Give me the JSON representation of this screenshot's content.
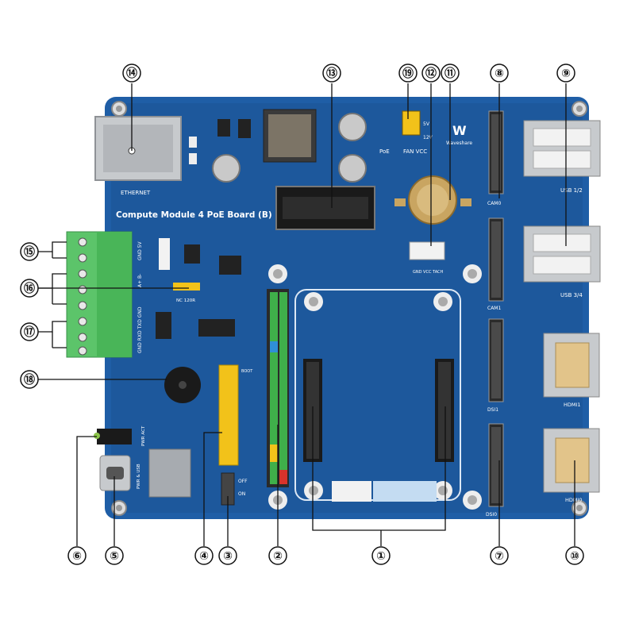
{
  "board": {
    "title": "Compute Module 4 PoE Board (B)",
    "brand": "Waveshare",
    "colors": {
      "pcb": "#1f5ea6",
      "pcb_dark": "#174c8c",
      "metal": "#c9ccd0",
      "terminal_green": "#5cc46a",
      "header_yellow": "#f2c21a",
      "callout": "#111111"
    }
  },
  "silkscreen": {
    "ethernet": "ETHERNET",
    "usb12": "USB 1/2",
    "usb34": "USB 3/4",
    "cam0": "CAM0",
    "cam1": "CAM1",
    "dsi0": "DSI0",
    "dsi1": "DSI1",
    "hdmi0": "HDMI0",
    "hdmi1": "HDMI1",
    "poe": "PoE",
    "fan_vcc": "FAN VCC",
    "v5": "5V",
    "v12": "12V",
    "terminal_top": "GND 5V",
    "terminal_mid": "A+ B-",
    "terminal_bot": "GND RXD TXD GND",
    "nc120r": "NC 120R",
    "boot": "BOOT",
    "off": "OFF",
    "on": "ON",
    "pwr_act": "PWR ACT",
    "pwr_usb": "PWR & USB",
    "fan_pins": "GND VCC TACH"
  },
  "callouts": [
    {
      "id": "c1",
      "label": "①"
    },
    {
      "id": "c2",
      "label": "②"
    },
    {
      "id": "c3",
      "label": "③"
    },
    {
      "id": "c4",
      "label": "④"
    },
    {
      "id": "c5",
      "label": "⑤"
    },
    {
      "id": "c6",
      "label": "⑥"
    },
    {
      "id": "c7",
      "label": "⑦"
    },
    {
      "id": "c8",
      "label": "⑧"
    },
    {
      "id": "c9",
      "label": "⑨"
    },
    {
      "id": "c10",
      "label": "⑩"
    },
    {
      "id": "c11",
      "label": "⑪"
    },
    {
      "id": "c12",
      "label": "⑫"
    },
    {
      "id": "c13",
      "label": "⑬"
    },
    {
      "id": "c14",
      "label": "⑭"
    },
    {
      "id": "c15",
      "label": "⑮"
    },
    {
      "id": "c16",
      "label": "⑯"
    },
    {
      "id": "c17",
      "label": "⑰"
    },
    {
      "id": "c18",
      "label": "⑱"
    },
    {
      "id": "c19",
      "label": "⑲"
    }
  ]
}
